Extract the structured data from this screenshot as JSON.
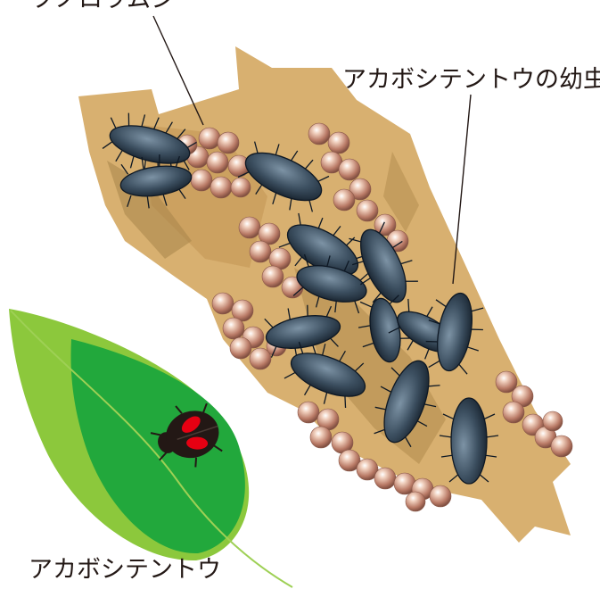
{
  "labels": {
    "top_label": "ツノロウムシ",
    "larva_label": "アカボシテントウの幼虫",
    "adult_label": "アカボシテントウ"
  },
  "colors": {
    "bark": "#d8b070",
    "bark_shadow": "#b08a4c",
    "scale_insect": "#b87a68",
    "larva_body": "#3c4f60",
    "larva_spine": "#0e1824",
    "leaf_light": "#8cc83c",
    "leaf_dark": "#22a83c",
    "ladybird_body": "#231815",
    "ladybird_spot": "#e60012",
    "text": "#231815"
  }
}
